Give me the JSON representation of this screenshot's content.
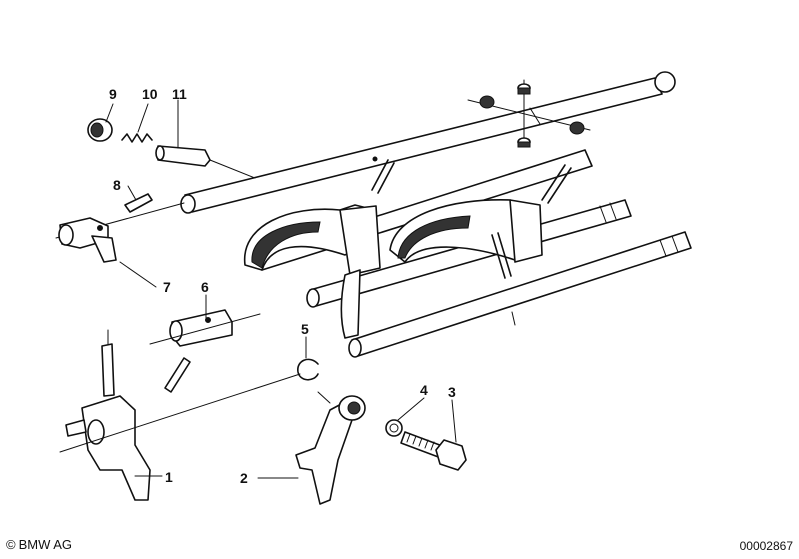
{
  "callouts": [
    "9",
    "10",
    "11",
    "8",
    "7",
    "6",
    "5",
    "4",
    "3",
    "2",
    "1"
  ],
  "footer": {
    "copyright_symbol": "©",
    "brand": "BMW AG",
    "catalog_number": "00002867"
  }
}
